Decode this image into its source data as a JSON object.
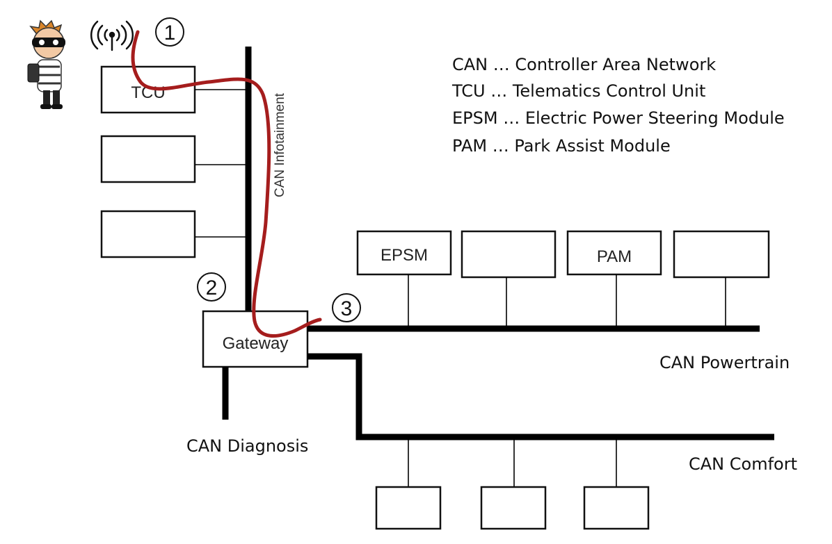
{
  "ecus": {
    "tcu": "TCU",
    "gateway": "Gateway",
    "epsm": "EPSM",
    "pam": "PAM"
  },
  "buses": {
    "infotainment": "CAN Infotainment",
    "powertrain": "CAN Powertrain",
    "comfort": "CAN Comfort",
    "diagnosis": "CAN Diagnosis"
  },
  "steps": [
    "1",
    "2",
    "3"
  ],
  "legend": [
    "CAN … Controller Area Network",
    "TCU … Telematics Control Unit",
    "EPSM … Electric Power Steering Module",
    "PAM … Park Assist Module"
  ],
  "icons": {
    "attacker": "hacker-icon",
    "wireless": "wireless-signal-icon"
  },
  "colors": {
    "attack_path": "#a51d1d",
    "bus": "#000000"
  }
}
